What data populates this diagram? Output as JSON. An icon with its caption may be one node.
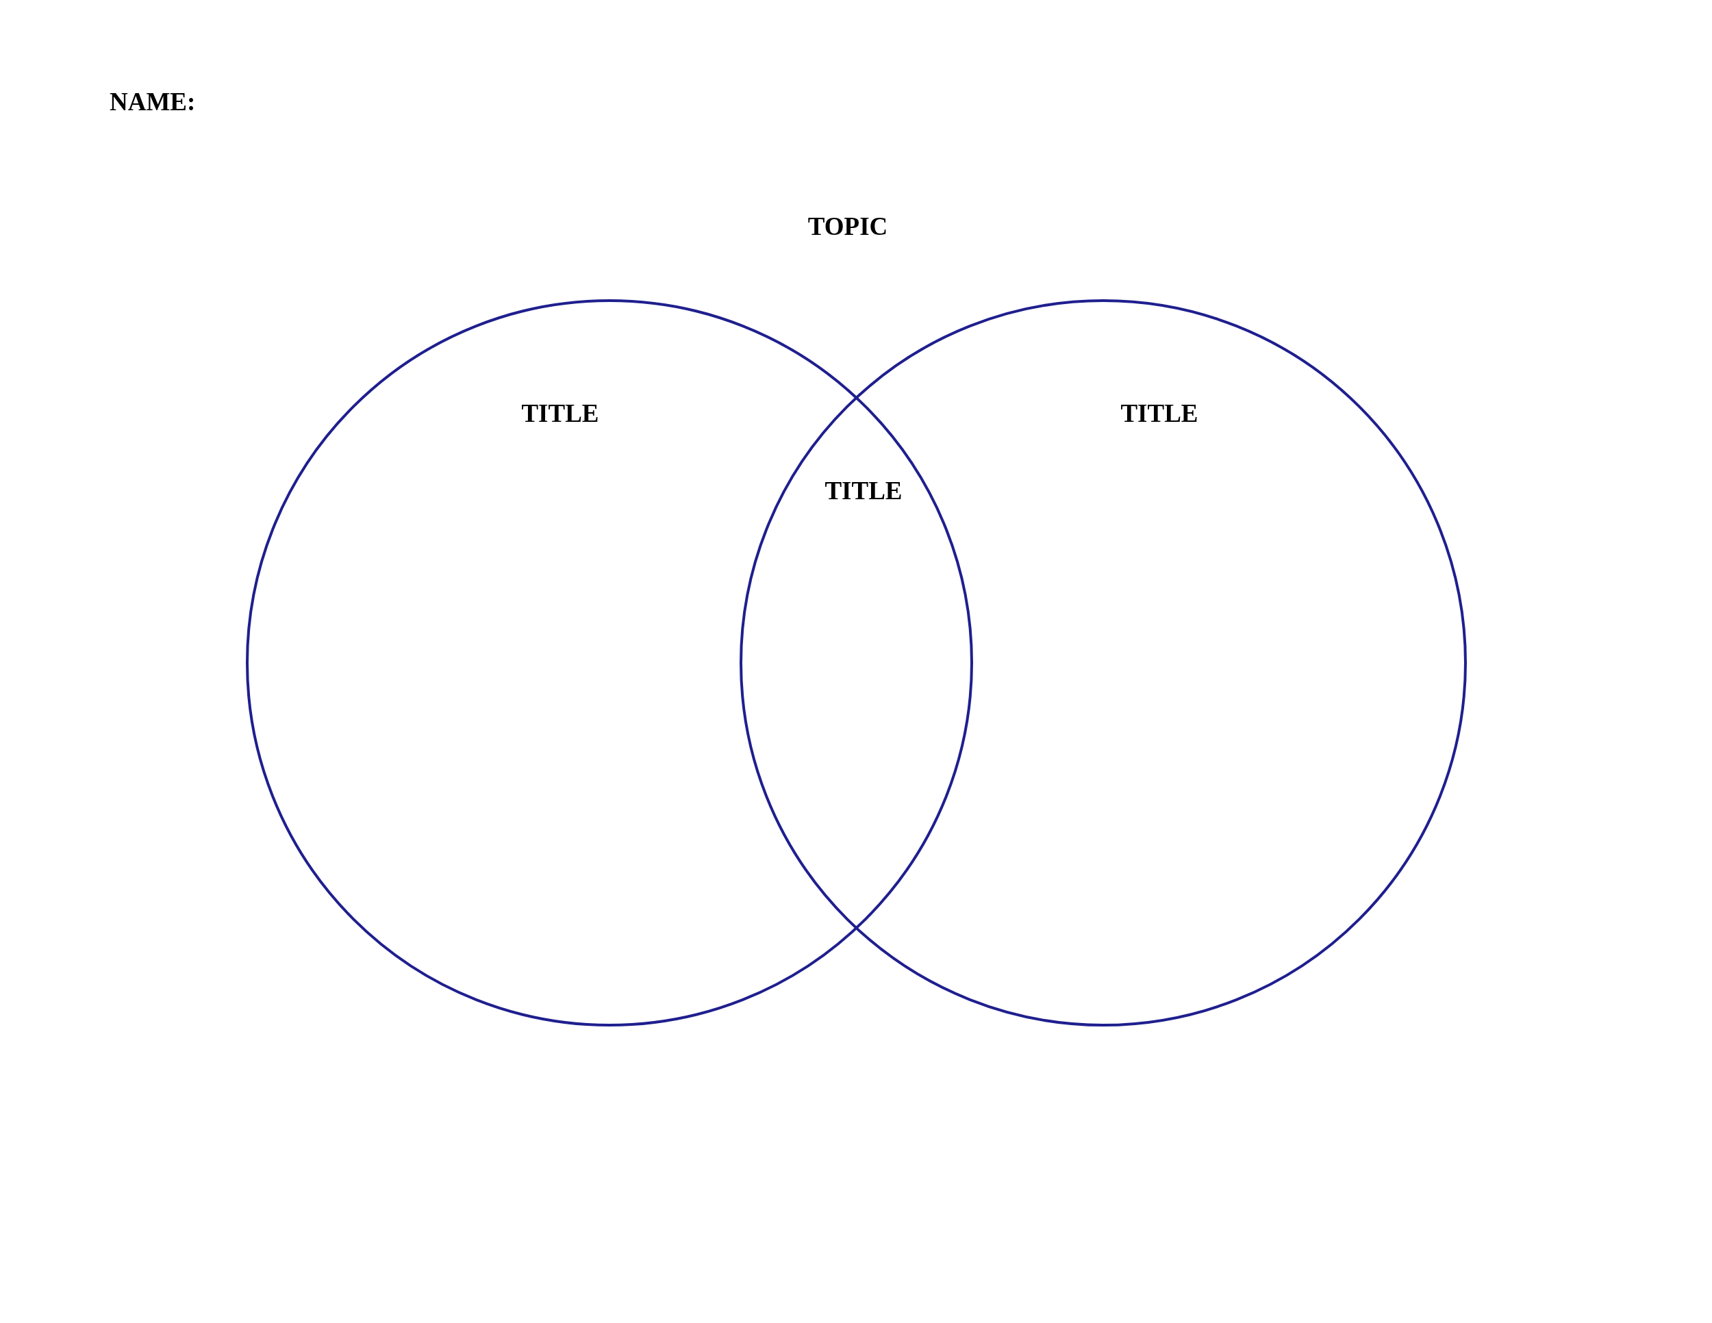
{
  "diagram": {
    "title": "TOPIC",
    "nodes": [
      {
        "text": [
          "TITLE"
        ]
      },
      {
        "text": [
          "TITLE"
        ]
      }
    ],
    "labels": [
      "NAME:",
      "TITLE"
    ]
  }
}
